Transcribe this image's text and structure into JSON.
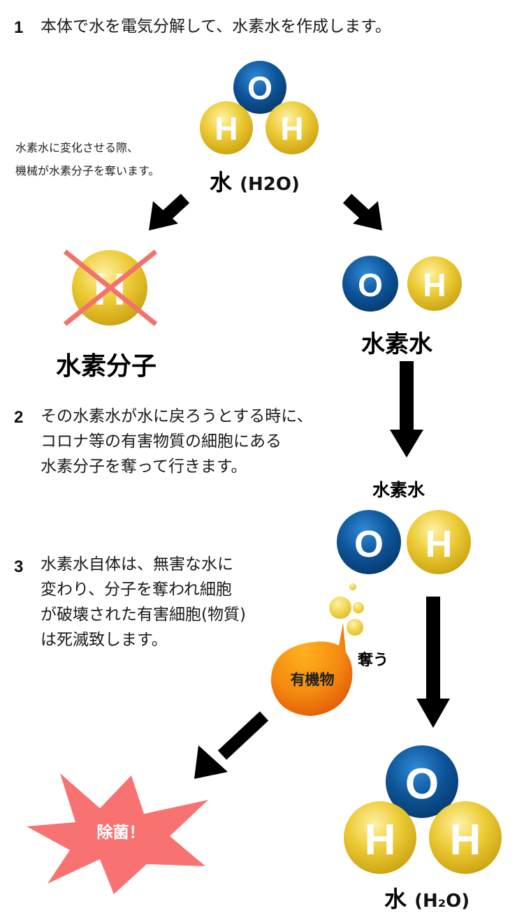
{
  "steps": [
    {
      "num": "1",
      "text": "本体で水を電気分解して、水素水を作成します。"
    },
    {
      "num": "2",
      "lines": [
        "その水素水が水に戻ろうとする時に、",
        "コロナ等の有害物質の細胞にある",
        "水素分子を奪って行きます。"
      ]
    },
    {
      "num": "3",
      "lines": [
        "水素水自体は、無害な水に",
        "変わり、分子を奪われ細胞",
        "が破壊された有害細胞(物質)",
        "は死滅致します。"
      ]
    }
  ],
  "note_lines": [
    "水素水に変化させる際、",
    "機械が水素分子を奪います。"
  ],
  "atoms": {
    "oxygen": "O",
    "hydrogen": "H"
  },
  "labels": {
    "water_top": "水",
    "water_top_formula": "(H2O)",
    "hydrogen_molecule": "水素分子",
    "hydrogen_water_1": "水素水",
    "hydrogen_water_2": "水素水",
    "steal": "奪う",
    "organic": "有機物",
    "sterilize": "除菌！",
    "water_bottom": "水",
    "water_bottom_formula": "(H₂O)"
  },
  "colors": {
    "oxygen": "#0d4e8f",
    "hydrogen": "#e8c21e",
    "cross": "#f2736b",
    "organic": "#f28a10",
    "burst": "#f87272",
    "arrow": "#000000"
  }
}
